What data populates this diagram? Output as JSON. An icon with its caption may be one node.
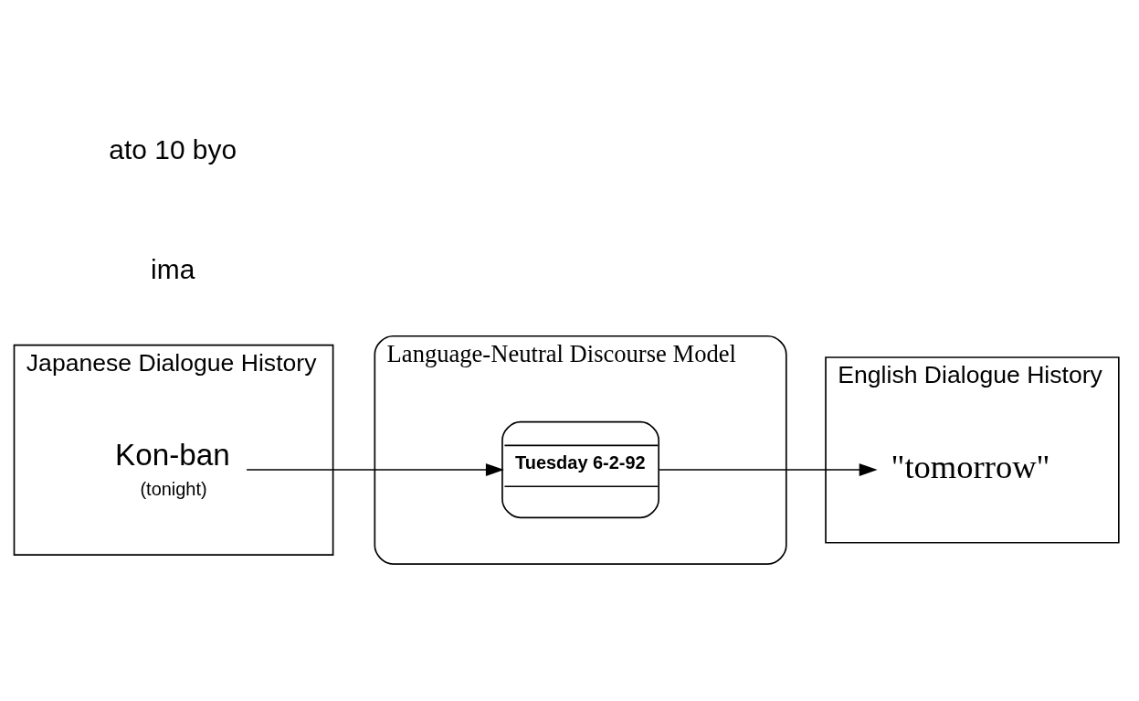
{
  "diagram": {
    "nodes": [
      {
        "text": [
          "Japanese Dialogue History"
        ]
      },
      {
        "text": [
          "Kon-ban"
        ],
        "beside": [
          "(tonight)"
        ],
        "in": 0
      },
      {
        "text": [
          "Language-Neutral Discourse Model"
        ]
      },
      {
        "text": [
          "Tuesday 6-2-92"
        ],
        "in": 2
      },
      {
        "text": [
          "English Dialogue History"
        ]
      },
      {
        "text": [
          "\"tomorrow\""
        ],
        "in": 4
      }
    ],
    "edges": [
      {
        "from": 1,
        "to": 3,
        "arrow": "to"
      },
      {
        "from": 3,
        "to": 5,
        "arrow": "to"
      }
    ],
    "labels": [
      "ima",
      "ato 10 byo"
    ]
  }
}
